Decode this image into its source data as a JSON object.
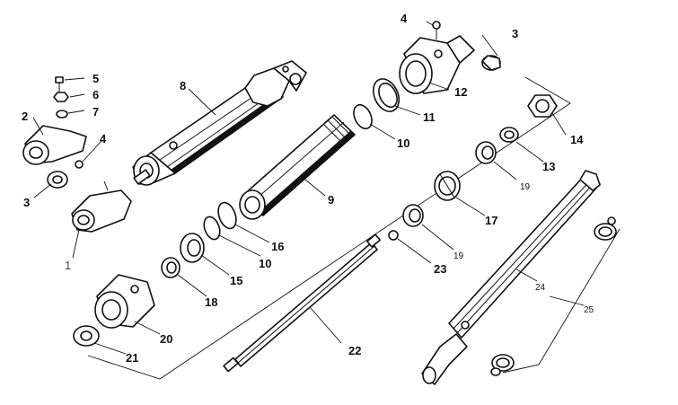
{
  "labels": {
    "l1": "1",
    "l2": "2",
    "l3a": "3",
    "l3b": "3",
    "l4a": "4",
    "l4b": "4",
    "l5": "5",
    "l6": "6",
    "l7": "7",
    "l8": "8",
    "l9": "9",
    "l10a": "10",
    "l10b": "10",
    "l11": "11",
    "l12": "12",
    "l13": "13",
    "l14": "14",
    "l15": "15",
    "l16": "16",
    "l17": "17",
    "l18": "18",
    "l19a": "19",
    "l19b": "19",
    "l20": "20",
    "l21": "21",
    "l22": "22",
    "l23": "23",
    "l24": "24",
    "l25": "25"
  }
}
